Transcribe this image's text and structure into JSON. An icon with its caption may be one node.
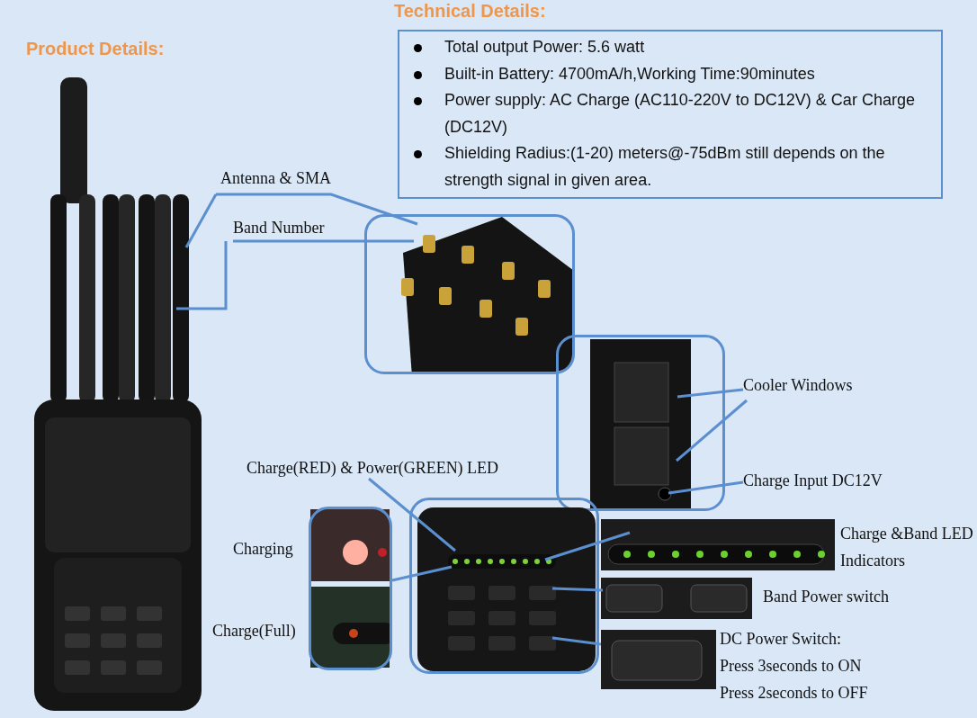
{
  "diagram": {
    "nodes": [
      {
        "text": [
          "Technical Details:",
          "Total output Power: 5.6 watt",
          "Built-in Battery: 4700mA/h,Working Time:90minutes",
          "Power supply: AC Charge (AC110-220V to DC12V) & Car Charge (DC12V)",
          "Shielding Radius:(1-20) meters@-75dBm    still depends on the strength signal in given area."
        ]
      },
      {
        "text": [],
        "shape": "picture"
      },
      {
        "text": [],
        "shape": "picture"
      },
      {
        "text": [],
        "shape": "picture"
      },
      {
        "text": [],
        "shape": "picture",
        "beside": [
          "Charging"
        ]
      },
      {
        "text": [],
        "shape": "picture",
        "beside": [
          "Charge(Full)"
        ]
      },
      {
        "text": [],
        "shape": "picture"
      },
      {
        "text": [],
        "shape": "picture",
        "beside": [
          "Charge &Band LED Indicators"
        ]
      },
      {
        "text": [],
        "shape": "picture",
        "beside": [
          "Band Power switch"
        ]
      },
      {
        "text": [],
        "shape": "picture",
        "beside": [
          "DC Power Switch:",
          "Press 3seconds to ON Press 2seconds to OFF"
        ]
      },
      {
        "text": [
          "Antenna & SMA"
        ]
      },
      {
        "text": [
          "Band Number"
        ]
      },
      {
        "text": [
          "Cooler Windows"
        ]
      },
      {
        "text": [
          "Charge Input DC12V"
        ]
      },
      {
        "text": [
          "Charge(RED) & Power(GREEN) LED"
        ]
      }
    ],
    "edges": [
      {
        "from": 10,
        "to": 1,
        "arrow": "none"
      },
      {
        "from": 10,
        "to": 2,
        "arrow": "none"
      },
      {
        "from": 11,
        "to": 1,
        "arrow": "none"
      },
      {
        "from": 11,
        "to": 2,
        "arrow": "none"
      },
      {
        "from": 12,
        "to": 3,
        "arrow": "none"
      },
      {
        "from": 12,
        "to": 3,
        "arrow": "none"
      },
      {
        "from": 13,
        "to": 3,
        "arrow": "none"
      },
      {
        "from": 14,
        "to": 6,
        "arrow": "none"
      },
      {
        "from": 4,
        "to": 6,
        "arrow": "none"
      },
      {
        "from": 6,
        "to": 7,
        "arrow": "none"
      },
      {
        "from": 6,
        "to": 8,
        "arrow": "none"
      },
      {
        "from": 6,
        "to": 9,
        "arrow": "none"
      }
    ],
    "labels": [
      "Product Details:"
    ]
  }
}
